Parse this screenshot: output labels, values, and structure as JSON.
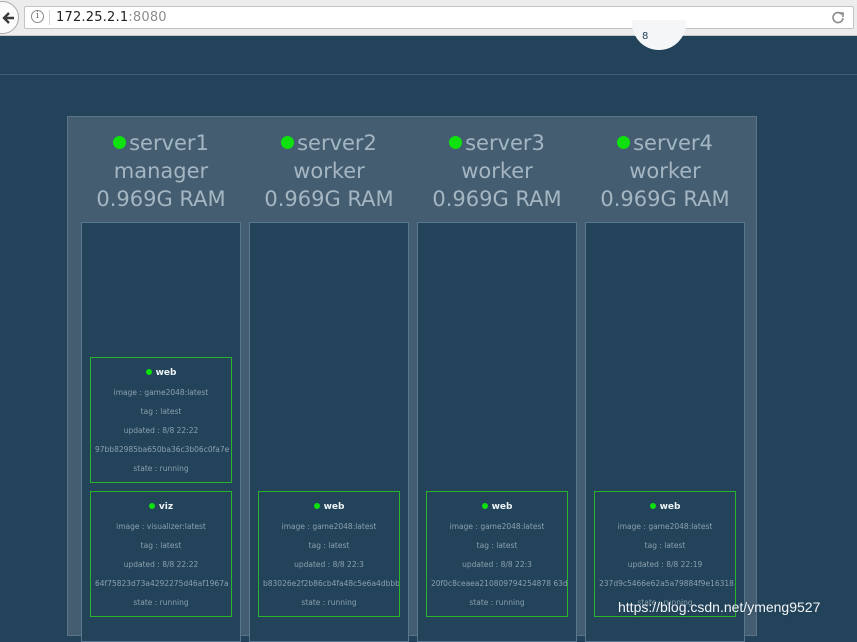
{
  "browser": {
    "url_host": "172.25.2.1",
    "url_port": ":8080"
  },
  "colors": {
    "background": "#23435a",
    "status_green": "#0ee10e",
    "task_border": "#2bb32b"
  },
  "nodes": [
    {
      "name": "server1",
      "role": "manager",
      "ram": "0.969G RAM",
      "tasks": [
        {
          "name": "web",
          "image": "image : game2048:latest",
          "tag": "tag : latest",
          "updated": "updated : 8/8 22:22",
          "id": "97bb82985ba650ba36c3b06c0fa7e",
          "state": "state : running"
        },
        {
          "name": "viz",
          "image": "image : visualizer:latest",
          "tag": "tag : latest",
          "updated": "updated : 8/8 22:22",
          "id": "64f75823d73a4292275d46af1967a",
          "state": "state : running"
        }
      ]
    },
    {
      "name": "server2",
      "role": "worker",
      "ram": "0.969G RAM",
      "tasks": [
        {
          "name": "web",
          "image": "image : game2048:latest",
          "tag": "tag : latest",
          "updated": "updated : 8/8 22:3",
          "id": "b83026e2f2b86cb4fa48c5e6a4dbbb",
          "state": "state : running"
        }
      ]
    },
    {
      "name": "server3",
      "role": "worker",
      "ram": "0.969G RAM",
      "tasks": [
        {
          "name": "web",
          "image": "image : game2048:latest",
          "tag": "tag : latest",
          "updated": "updated : 8/8 22:3",
          "id": "20f0c8ceaea210809794254878 63d",
          "state": "state : running"
        }
      ]
    },
    {
      "name": "server4",
      "role": "worker",
      "ram": "0.969G RAM",
      "tasks": [
        {
          "name": "web",
          "image": "image : game2048:latest",
          "tag": "tag : latest",
          "updated": "updated : 8/8 22:19",
          "id": "237d9c5466e62a5a79884f9e16318",
          "state": "state : running"
        }
      ]
    }
  ],
  "watermark": "https://blog.csdn.net/ymeng9527"
}
